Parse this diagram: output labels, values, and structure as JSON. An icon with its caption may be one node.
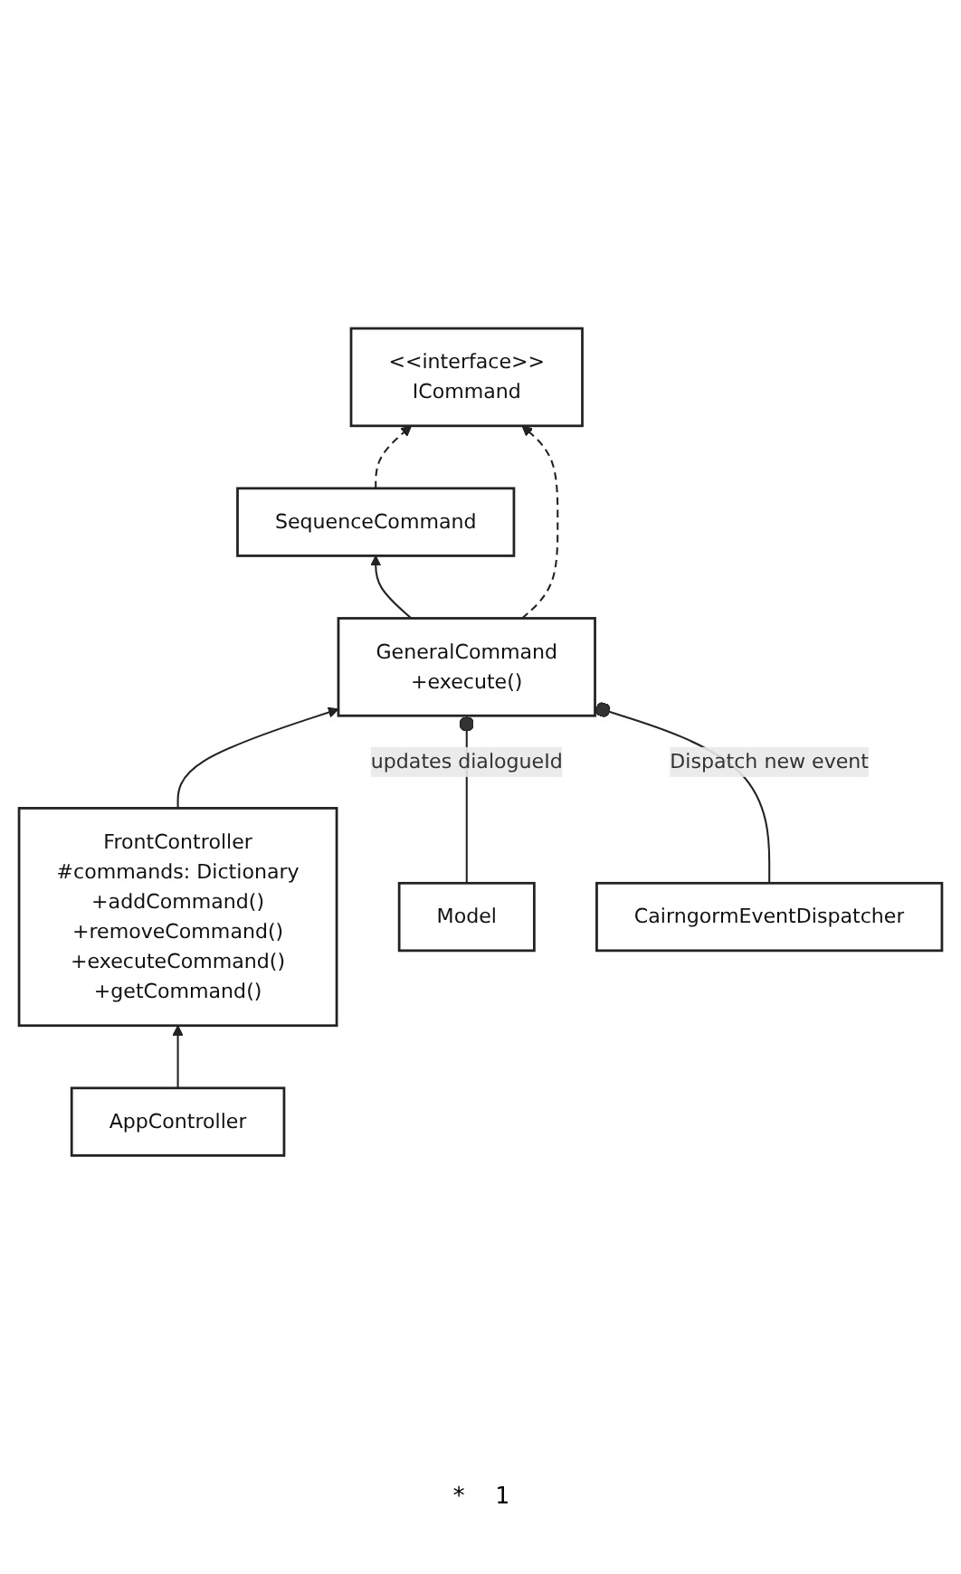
{
  "diagram": {
    "nodes": [
      {
        "text": [
          "<<interface>>",
          "ICommand"
        ]
      },
      {
        "text": [
          "SequenceCommand"
        ]
      },
      {
        "text": [
          "GeneralCommand",
          "+execute()"
        ]
      },
      {
        "text": [
          "FrontController",
          "#commands: Dictionary",
          "+addCommand()",
          "+removeCommand()",
          "+executeCommand()",
          "+getCommand()"
        ]
      },
      {
        "text": [
          "AppController"
        ]
      },
      {
        "text": [
          "Model"
        ]
      },
      {
        "text": [
          "CairngormEventDispatcher"
        ]
      }
    ],
    "edges": [
      {
        "from": 1,
        "to": 0,
        "arrow": "to",
        "style": "dashed"
      },
      {
        "from": 2,
        "to": 0,
        "arrow": "to",
        "style": "dashed"
      },
      {
        "from": 2,
        "to": 1,
        "arrow": "to"
      },
      {
        "from": 3,
        "to": 2,
        "arrow": "to"
      },
      {
        "from": 5,
        "to": 2,
        "arrow": "other",
        "label": "updates dialogueId"
      },
      {
        "from": 6,
        "to": 2,
        "arrow": "other",
        "label": "Dispatch new event"
      },
      {
        "from": 4,
        "to": 3,
        "arrow": "to"
      }
    ],
    "labels": [
      "*",
      "1"
    ]
  }
}
